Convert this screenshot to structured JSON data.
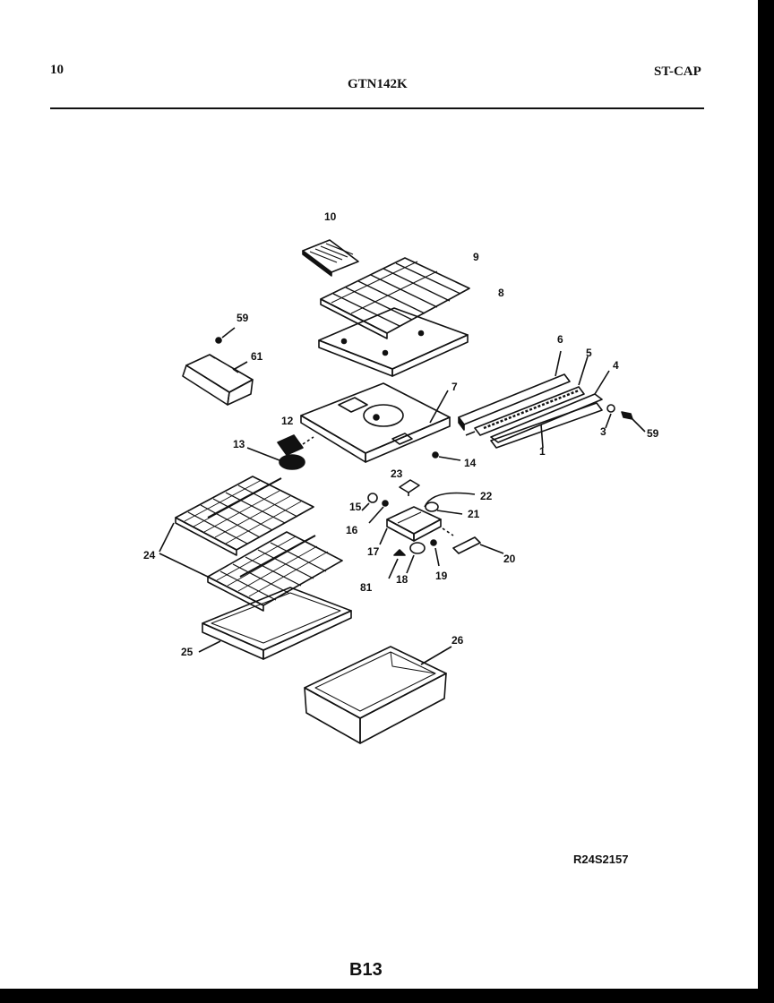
{
  "header": {
    "section": "10",
    "model": "GTN142K",
    "code": "ST-CAP"
  },
  "parts": [
    {
      "id": "p10",
      "label": "10"
    },
    {
      "id": "p9",
      "label": "9"
    },
    {
      "id": "p8",
      "label": "8"
    },
    {
      "id": "p59a",
      "label": "59"
    },
    {
      "id": "p61",
      "label": "61"
    },
    {
      "id": "p7",
      "label": "7"
    },
    {
      "id": "p6",
      "label": "6"
    },
    {
      "id": "p5",
      "label": "5"
    },
    {
      "id": "p4",
      "label": "4"
    },
    {
      "id": "p3",
      "label": "3"
    },
    {
      "id": "p59b",
      "label": "59"
    },
    {
      "id": "p1",
      "label": "1"
    },
    {
      "id": "p12",
      "label": "12"
    },
    {
      "id": "p13",
      "label": "13"
    },
    {
      "id": "p14",
      "label": "14"
    },
    {
      "id": "p23",
      "label": "23"
    },
    {
      "id": "p22",
      "label": "22"
    },
    {
      "id": "p15",
      "label": "15"
    },
    {
      "id": "p21",
      "label": "21"
    },
    {
      "id": "p16",
      "label": "16"
    },
    {
      "id": "p24",
      "label": "24"
    },
    {
      "id": "p17",
      "label": "17"
    },
    {
      "id": "p20",
      "label": "20"
    },
    {
      "id": "p81",
      "label": "81"
    },
    {
      "id": "p18",
      "label": "18"
    },
    {
      "id": "p19",
      "label": "19"
    },
    {
      "id": "p26",
      "label": "26"
    },
    {
      "id": "p25",
      "label": "25"
    }
  ],
  "footer": {
    "drawing_ref": "R24S2157",
    "page": "B13"
  }
}
